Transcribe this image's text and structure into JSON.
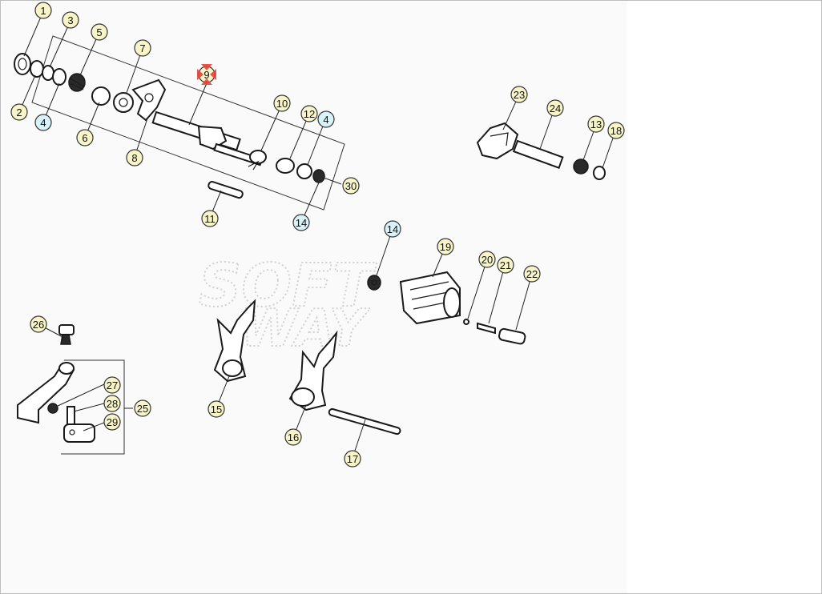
{
  "watermark": [
    "SOFT",
    "WAY"
  ],
  "colors": {
    "callout_fill": "#f7f5c8",
    "callout_fill_alt": "#d8f2fa",
    "highlight": "#e8413a"
  },
  "callouts": [
    {
      "label": "1",
      "style": "normal"
    },
    {
      "label": "2",
      "style": "normal"
    },
    {
      "label": "3",
      "style": "normal"
    },
    {
      "label": "4",
      "style": "alt"
    },
    {
      "label": "5",
      "style": "normal"
    },
    {
      "label": "6",
      "style": "normal"
    },
    {
      "label": "7",
      "style": "normal"
    },
    {
      "label": "8",
      "style": "normal"
    },
    {
      "label": "9",
      "style": "selected"
    },
    {
      "label": "10",
      "style": "normal"
    },
    {
      "label": "11",
      "style": "normal"
    },
    {
      "label": "12",
      "style": "normal"
    },
    {
      "label": "4",
      "style": "alt"
    },
    {
      "label": "14",
      "style": "alt"
    },
    {
      "label": "30",
      "style": "normal"
    },
    {
      "label": "23",
      "style": "normal"
    },
    {
      "label": "24",
      "style": "normal"
    },
    {
      "label": "13",
      "style": "normal"
    },
    {
      "label": "18",
      "style": "normal"
    },
    {
      "label": "14",
      "style": "alt"
    },
    {
      "label": "19",
      "style": "normal"
    },
    {
      "label": "20",
      "style": "normal"
    },
    {
      "label": "21",
      "style": "normal"
    },
    {
      "label": "22",
      "style": "normal"
    },
    {
      "label": "26",
      "style": "normal"
    },
    {
      "label": "27",
      "style": "normal"
    },
    {
      "label": "28",
      "style": "normal"
    },
    {
      "label": "29",
      "style": "normal"
    },
    {
      "label": "25",
      "style": "normal"
    },
    {
      "label": "15",
      "style": "normal"
    },
    {
      "label": "16",
      "style": "normal"
    },
    {
      "label": "17",
      "style": "normal"
    }
  ]
}
